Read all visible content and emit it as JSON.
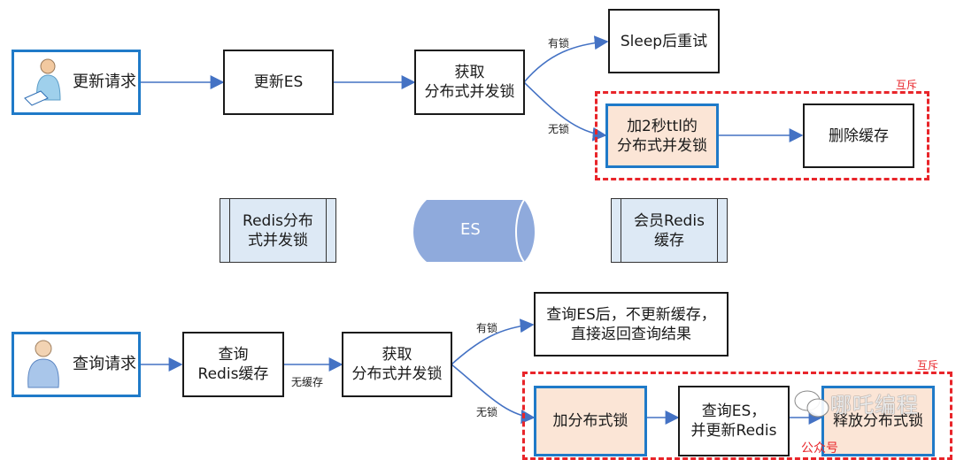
{
  "top_flow": {
    "actor": {
      "label": "更新请求",
      "icon": "person-with-document-icon"
    },
    "update_es": "更新ES",
    "acquire_lock": "获取\n分布式并发锁",
    "has_lock_label": "有锁",
    "no_lock_label": "无锁",
    "sleep_retry": "Sleep后重试",
    "add_lock_ttl": "加2秒ttl的\n分布式并发锁",
    "delete_cache": "删除缓存",
    "mutex_label": "互斥"
  },
  "storage": {
    "redis_lock": "Redis分布\n式并发锁",
    "es": "ES",
    "member_cache": "会员Redis\n缓存"
  },
  "bottom_flow": {
    "actor": {
      "label": "查询请求",
      "icon": "person-icon"
    },
    "query_redis": "查询\nRedis缓存",
    "no_cache_label": "无缓存",
    "acquire_lock": "获取\n分布式并发锁",
    "has_lock_label": "有锁",
    "no_lock_label": "无锁",
    "query_es_return": "查询ES后，不更新缓存，\n直接返回查询结果",
    "add_lock": "加分布式锁",
    "query_es_update": "查询ES，\n并更新Redis",
    "release_lock": "释放分布式锁",
    "mutex_label": "互斥"
  },
  "watermark": {
    "text": "哪吒编程",
    "sub": "公众号"
  },
  "colors": {
    "accent_blue": "#1f7ac8",
    "arrow_blue": "#4472c4",
    "mutex_red": "#e8252a",
    "peach": "#fbe5d6",
    "es_fill": "#8faadc"
  }
}
